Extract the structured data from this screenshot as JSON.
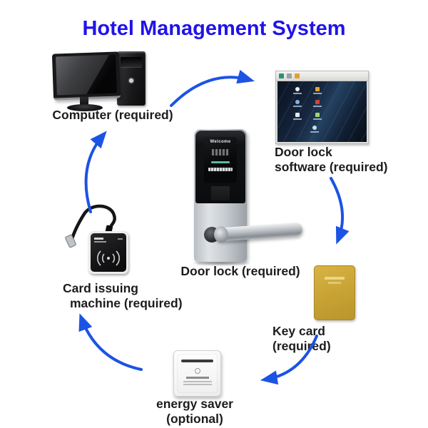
{
  "title": {
    "text": "Hotel Management System",
    "color": "#2013e9"
  },
  "colors": {
    "arrow": "#1c53e4",
    "key_card": "#c7a233",
    "software_desktop": "#16263e"
  },
  "nodes": {
    "computer": {
      "label": "Computer (required)"
    },
    "software": {
      "label_line1": "Door lock",
      "label_line2": "software (required)",
      "titlebar_icons": [
        "app-icon",
        "folder-icon",
        "tool-icon"
      ],
      "desktop_icons": [
        "user-icon",
        "flag-icon",
        "pen-icon",
        "brush-icon",
        "document-icon",
        "report-icon",
        "globe-icon"
      ]
    },
    "door_lock": {
      "label": "Door lock (required)",
      "panel_text": "Welcome"
    },
    "card_machine": {
      "label_line1": "Card issuing",
      "label_line2": "machine (required)"
    },
    "key_card": {
      "label": "Key card (required)"
    },
    "energy_saver": {
      "label": "energy saver (optional)"
    }
  },
  "flow": [
    {
      "from": "computer",
      "to": "door-lock-software"
    },
    {
      "from": "door-lock-software",
      "to": "key-card"
    },
    {
      "from": "key-card",
      "to": "energy-saver"
    },
    {
      "from": "energy-saver",
      "to": "card-issuing-machine"
    },
    {
      "from": "card-issuing-machine",
      "to": "computer"
    }
  ]
}
